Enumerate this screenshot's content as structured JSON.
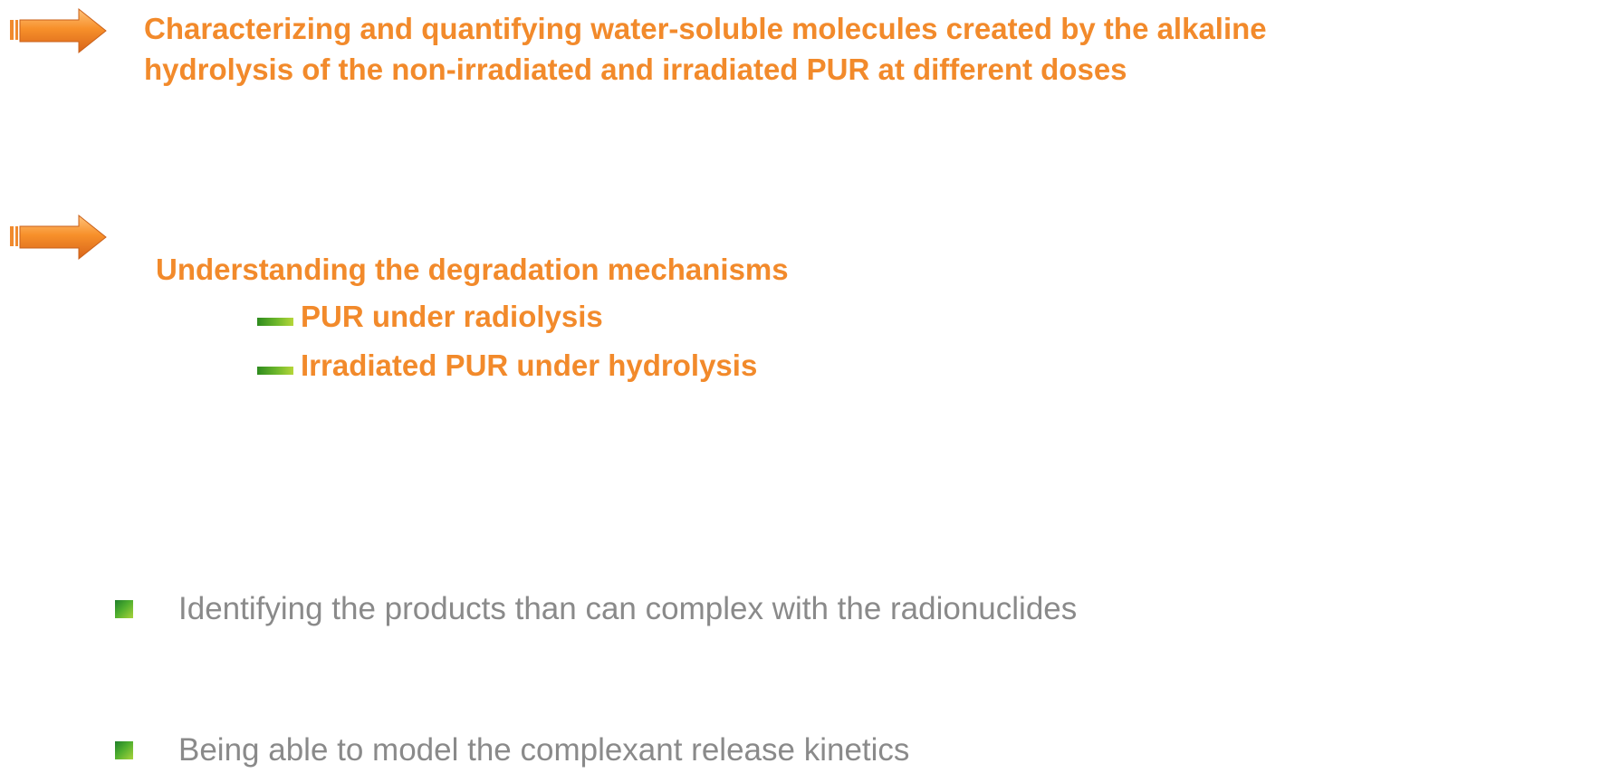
{
  "objectives": [
    {
      "line1": "Characterizing and quantifying water-soluble molecules created by the alkaline",
      "line2": "hydrolysis of the non-irradiated and irradiated PUR at different doses"
    },
    {
      "line1": "Understanding  the degradation mechanisms",
      "sub_items": [
        "PUR under radiolysis",
        "Irradiated PUR under hydrolysis"
      ]
    }
  ],
  "bullets": [
    "Identifying the products than can complex with the radionuclides",
    "Being able to model the complexant release kinetics"
  ],
  "colors": {
    "heading": "#f28a2b",
    "bullet_text": "#8a8a8a",
    "accent_green": "#4fae2e"
  },
  "icons": {
    "objective_marker": "orange-arrow-icon",
    "sub_marker": "green-dash-icon",
    "bullet_marker": "green-square-icon"
  }
}
